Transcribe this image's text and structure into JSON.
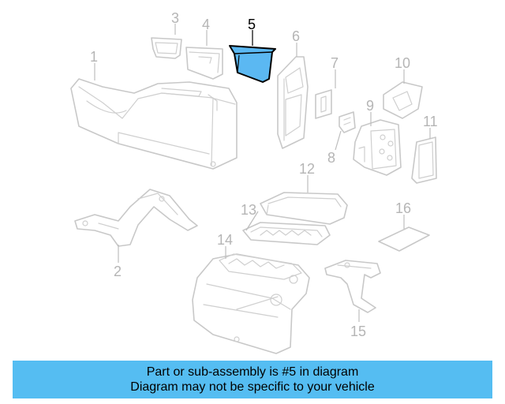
{
  "diagram": {
    "callouts": [
      "1",
      "2",
      "3",
      "4",
      "5",
      "6",
      "7",
      "8",
      "9",
      "10",
      "11",
      "12",
      "13",
      "14",
      "15",
      "16"
    ],
    "highlighted_callout": "5",
    "highlight_color": "#5bb8f2",
    "part_line_color": "#c8c8c8"
  },
  "banner": {
    "line1": "Part or sub-assembly is #5 in diagram",
    "line2": "Diagram may not be specific to your vehicle",
    "background": "#55bdf2"
  }
}
